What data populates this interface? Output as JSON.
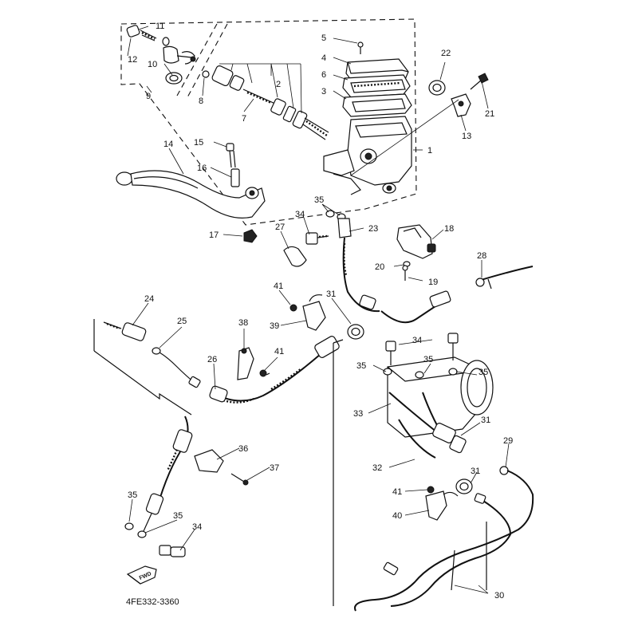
{
  "diagram": {
    "code": "4FE332-3360",
    "fwd_text": "FWD",
    "part_numbers": [
      "1",
      "2",
      "3",
      "4",
      "5",
      "6",
      "7",
      "8",
      "9",
      "10",
      "11",
      "12",
      "13",
      "14",
      "15",
      "16",
      "17",
      "18",
      "19",
      "20",
      "21",
      "22",
      "23",
      "24",
      "25",
      "26",
      "27",
      "28",
      "29",
      "30",
      "31",
      "32",
      "33",
      "34",
      "35",
      "36",
      "37",
      "38",
      "39",
      "40",
      "41"
    ],
    "callouts": [
      {
        "id": "c11",
        "text": "11"
      },
      {
        "id": "c12",
        "text": "12"
      },
      {
        "id": "c10",
        "text": "10"
      },
      {
        "id": "c9",
        "text": "9"
      },
      {
        "id": "c8",
        "text": "8"
      },
      {
        "id": "c7",
        "text": "7"
      },
      {
        "id": "c2",
        "text": "2"
      },
      {
        "id": "c5",
        "text": "5"
      },
      {
        "id": "c4",
        "text": "4"
      },
      {
        "id": "c6",
        "text": "6"
      },
      {
        "id": "c3",
        "text": "3"
      },
      {
        "id": "c1",
        "text": "1"
      },
      {
        "id": "c22",
        "text": "22"
      },
      {
        "id": "c21",
        "text": "21"
      },
      {
        "id": "c13",
        "text": "13"
      },
      {
        "id": "c14",
        "text": "14"
      },
      {
        "id": "c15",
        "text": "15"
      },
      {
        "id": "c16",
        "text": "16"
      },
      {
        "id": "c17",
        "text": "17"
      },
      {
        "id": "c35a",
        "text": "35"
      },
      {
        "id": "c34a",
        "text": "34"
      },
      {
        "id": "c27",
        "text": "27"
      },
      {
        "id": "c23",
        "text": "23"
      },
      {
        "id": "c18",
        "text": "18"
      },
      {
        "id": "c20",
        "text": "20"
      },
      {
        "id": "c19",
        "text": "19"
      },
      {
        "id": "c28",
        "text": "28"
      },
      {
        "id": "c41a",
        "text": "41"
      },
      {
        "id": "c31a",
        "text": "31"
      },
      {
        "id": "c39",
        "text": "39"
      },
      {
        "id": "c24",
        "text": "24"
      },
      {
        "id": "c25",
        "text": "25"
      },
      {
        "id": "c38",
        "text": "38"
      },
      {
        "id": "c41b",
        "text": "41"
      },
      {
        "id": "c26",
        "text": "26"
      },
      {
        "id": "c34b",
        "text": "34"
      },
      {
        "id": "c35b",
        "text": "35"
      },
      {
        "id": "c35c",
        "text": "35"
      },
      {
        "id": "c35d",
        "text": "35"
      },
      {
        "id": "c33",
        "text": "33"
      },
      {
        "id": "c31b",
        "text": "31"
      },
      {
        "id": "c32",
        "text": "32"
      },
      {
        "id": "c29",
        "text": "29"
      },
      {
        "id": "c31c",
        "text": "31"
      },
      {
        "id": "c41c",
        "text": "41"
      },
      {
        "id": "c40",
        "text": "40"
      },
      {
        "id": "c36",
        "text": "36"
      },
      {
        "id": "c37",
        "text": "37"
      },
      {
        "id": "c35e",
        "text": "35"
      },
      {
        "id": "c35f",
        "text": "35"
      },
      {
        "id": "c34c",
        "text": "34"
      },
      {
        "id": "c30",
        "text": "30"
      }
    ]
  }
}
